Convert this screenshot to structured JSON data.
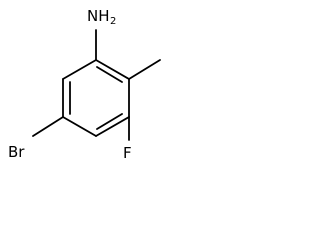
{
  "molecule": {
    "atoms": {
      "amine": {
        "symbol": "NH",
        "subscript": "2"
      },
      "fluorine": {
        "symbol": "F"
      },
      "bromine": {
        "symbol": "Br"
      }
    },
    "colors": {
      "bond": "#000000",
      "label": "#000000",
      "background": "#ffffff"
    }
  }
}
